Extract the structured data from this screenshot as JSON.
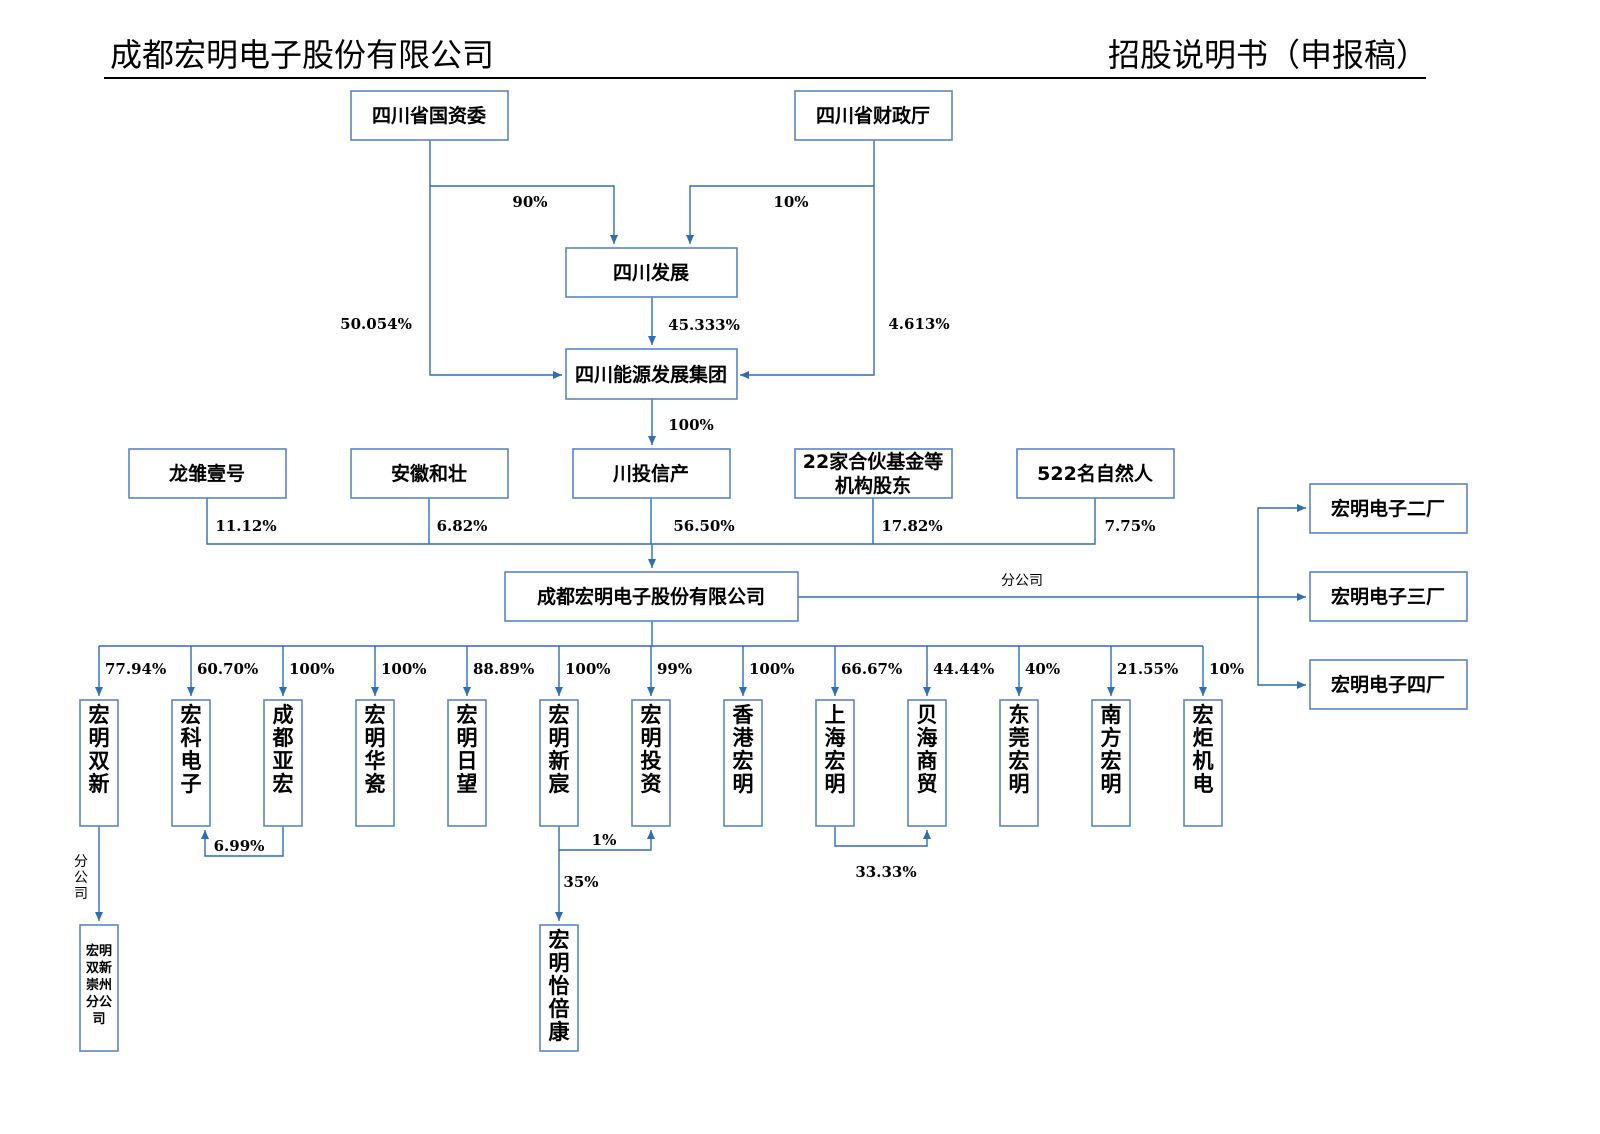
{
  "header": {
    "company": "成都宏明电子股份有限公司",
    "doc_title": "招股说明书（申报稿）"
  },
  "top": {
    "sasac": "四川省国资委",
    "finance": "四川省财政厅",
    "dev": "四川发展",
    "energy": "四川能源发展集团",
    "p_sasac_dev": "90%",
    "p_fin_dev": "10%",
    "p_sasac_energy": "50.054%",
    "p_dev_energy": "45.333%",
    "p_fin_energy": "4.613%",
    "p_energy_cx": "100%"
  },
  "shareholders": [
    {
      "name": "龙雏壹号",
      "pct": "11.12%"
    },
    {
      "name": "安徽和壮",
      "pct": "6.82%"
    },
    {
      "name": "川投信产",
      "pct": "56.50%"
    },
    {
      "name_line1": "22家合伙基金等",
      "name_line2": "机构股东",
      "pct": "17.82%"
    },
    {
      "name": "522名自然人",
      "pct": "7.75%"
    }
  ],
  "company": "成都宏明电子股份有限公司",
  "branch_label": "分公司",
  "branches": [
    "宏明电子二厂",
    "宏明电子三厂",
    "宏明电子四厂"
  ],
  "subs": [
    {
      "name": "宏明双新",
      "pct": "77.94%"
    },
    {
      "name": "宏科电子",
      "pct": "60.70%"
    },
    {
      "name": "成都亚宏",
      "pct": "100%"
    },
    {
      "name": "宏明华瓷",
      "pct": "100%"
    },
    {
      "name": "宏明日望",
      "pct": "88.89%"
    },
    {
      "name": "宏明新宸",
      "pct": "100%"
    },
    {
      "name": "宏明投资",
      "pct": "99%"
    },
    {
      "name": "香港宏明",
      "pct": "100%"
    },
    {
      "name": "上海宏明",
      "pct": "66.67%"
    },
    {
      "name": "贝海商贸",
      "pct": "44.44%"
    },
    {
      "name": "东莞宏明",
      "pct": "40%"
    },
    {
      "name": "南方宏明",
      "pct": "21.55%"
    },
    {
      "name": "宏炬机电",
      "pct": "10%"
    }
  ],
  "extra": {
    "p_yahong_hongke": "6.99%",
    "p_xinchen_touzi": "1%",
    "p_xinchen_yibeikang": "35%",
    "p_shanghai_beihai": "33.33%",
    "branch_vertical": "分公司",
    "shuangxin_branch_lines": [
      "宏明",
      "双新",
      "崇州",
      "分公",
      "司"
    ],
    "yibeikang": "宏明怡倍康"
  }
}
